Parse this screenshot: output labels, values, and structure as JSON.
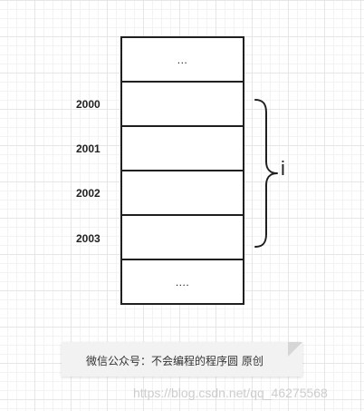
{
  "memory": {
    "cells": [
      "...",
      "",
      "",
      "",
      "",
      "...."
    ]
  },
  "addresses": [
    "2000",
    "2001",
    "2002",
    "2003"
  ],
  "brace": {
    "label": "i"
  },
  "note": {
    "text": "微信公众号：不会编程的程序圆 原创"
  },
  "watermark": {
    "text": "https://blog.csdn.net/qq_46275568"
  },
  "colors": {
    "stroke": "#1f1f1f",
    "note_bg": "#f2f2f2",
    "grid": "#e6e6e6"
  }
}
